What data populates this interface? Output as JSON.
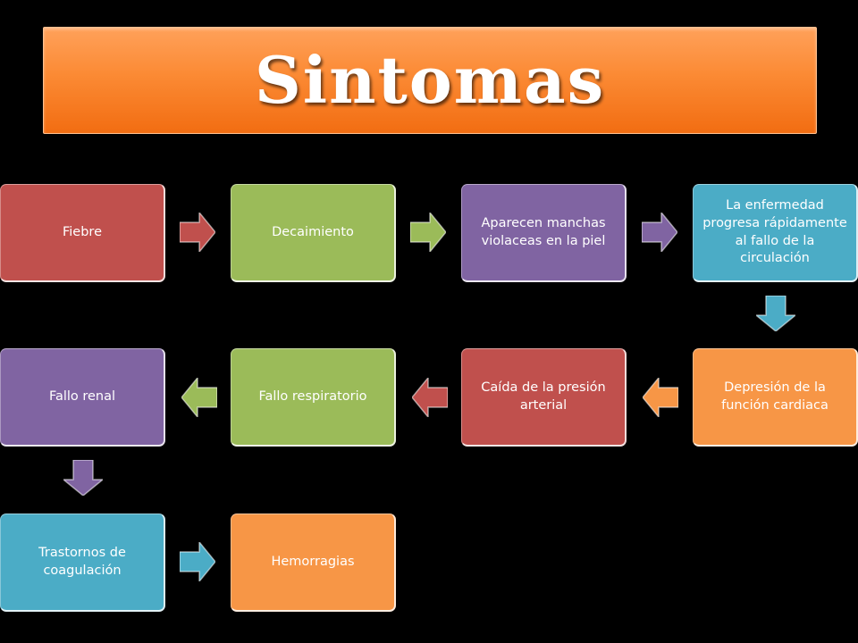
{
  "title": "Sintomas",
  "colors": {
    "red": "#c0504d",
    "green": "#9bbb59",
    "purple": "#8064a2",
    "cyan": "#4bacc6",
    "orange": "#f79646",
    "title_orange": "#f8862d",
    "background": "#000000"
  },
  "steps": [
    {
      "id": "fiebre",
      "label": "Fiebre",
      "color": "red"
    },
    {
      "id": "decaimiento",
      "label": "Decaimiento",
      "color": "green"
    },
    {
      "id": "manchas",
      "label": "Aparecen manchas violaceas en la piel",
      "color": "purple"
    },
    {
      "id": "progresa",
      "label": "La enfermedad progresa rápidamente al fallo de la circulación",
      "color": "cyan"
    },
    {
      "id": "depresion",
      "label": "Depresión de la función cardiaca",
      "color": "orange"
    },
    {
      "id": "presion",
      "label": "Caída de la presión arterial",
      "color": "red"
    },
    {
      "id": "respiratorio",
      "label": "Fallo respiratorio",
      "color": "green"
    },
    {
      "id": "renal",
      "label": "Fallo renal",
      "color": "purple"
    },
    {
      "id": "coagulacion",
      "label": "Trastornos de coagulación",
      "color": "cyan"
    },
    {
      "id": "hemorragias",
      "label": "Hemorragias",
      "color": "orange"
    }
  ],
  "arrows": [
    {
      "from": "fiebre",
      "to": "decaimiento",
      "direction": "right",
      "color": "red"
    },
    {
      "from": "decaimiento",
      "to": "manchas",
      "direction": "right",
      "color": "green"
    },
    {
      "from": "manchas",
      "to": "progresa",
      "direction": "right",
      "color": "purple"
    },
    {
      "from": "progresa",
      "to": "depresion",
      "direction": "down",
      "color": "cyan"
    },
    {
      "from": "depresion",
      "to": "presion",
      "direction": "left",
      "color": "orange"
    },
    {
      "from": "presion",
      "to": "respiratorio",
      "direction": "left",
      "color": "red"
    },
    {
      "from": "respiratorio",
      "to": "renal",
      "direction": "left",
      "color": "green"
    },
    {
      "from": "renal",
      "to": "coagulacion",
      "direction": "down",
      "color": "purple"
    },
    {
      "from": "coagulacion",
      "to": "hemorragias",
      "direction": "right",
      "color": "cyan"
    }
  ]
}
